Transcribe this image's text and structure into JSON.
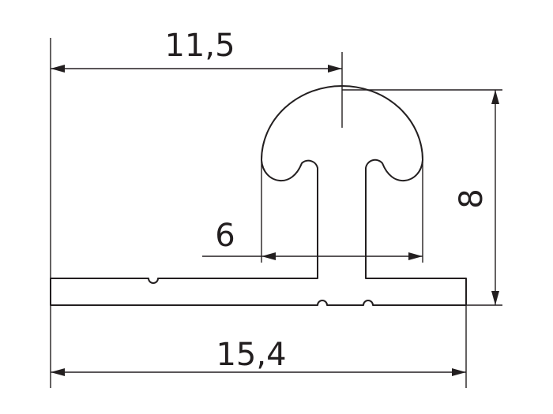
{
  "dimensions": {
    "top_width": "11,5",
    "inner_width": "6",
    "height": "8",
    "overall_width": "15,4"
  },
  "colors": {
    "line": "#231f20",
    "background": "#ffffff"
  }
}
